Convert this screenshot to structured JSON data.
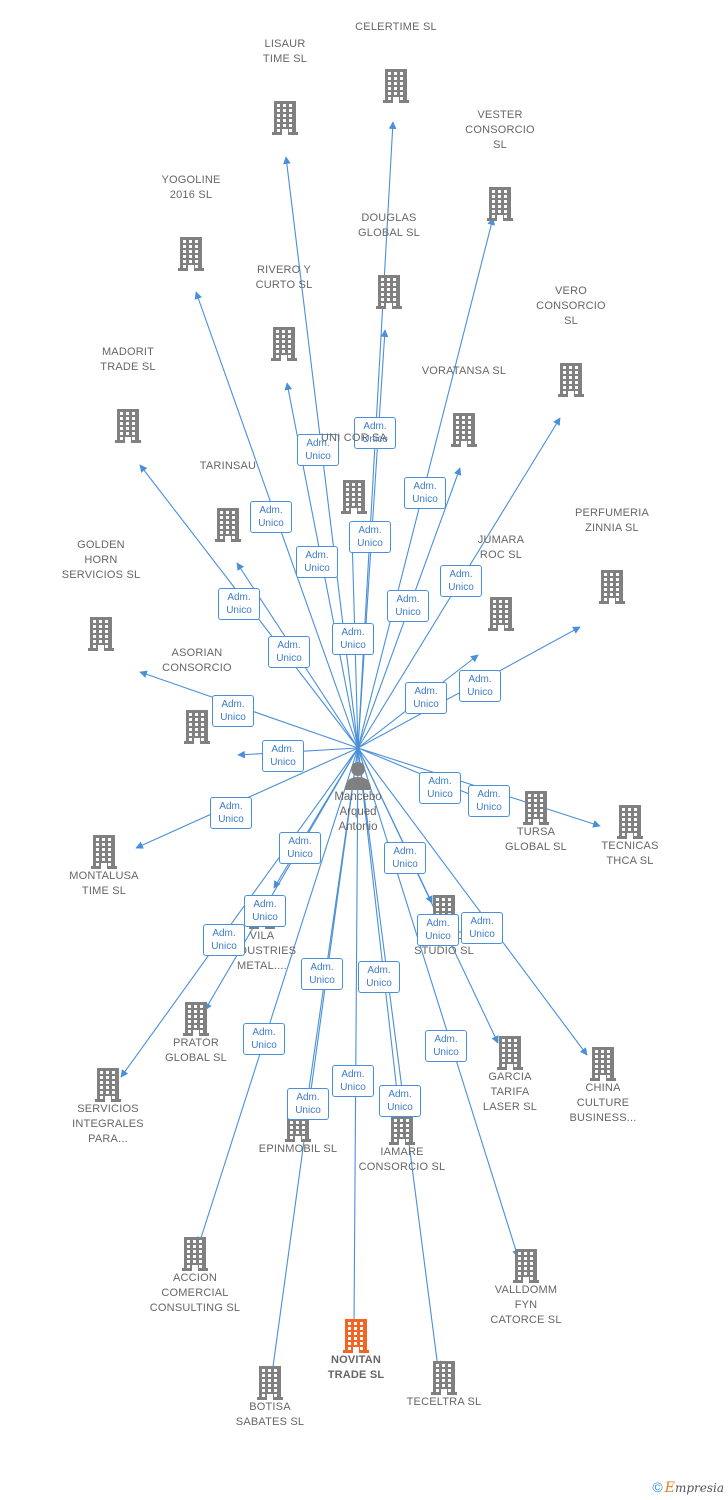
{
  "colors": {
    "edge": "#4a90d9",
    "node": "#808080",
    "highlight": "#f26522",
    "label": "#666666"
  },
  "center": {
    "label": "Mancebo\nArqued\nAntonio",
    "icon": "person-icon"
  },
  "edge_label": "Adm.\nUnico",
  "nodes": [
    {
      "id": "celertime",
      "label": "CELERTIME SL",
      "pos": "above"
    },
    {
      "id": "lisaur",
      "label": "LISAUR\nTIME  SL",
      "pos": "above"
    },
    {
      "id": "vester",
      "label": "VESTER\nCONSORCIO\nSL",
      "pos": "above"
    },
    {
      "id": "yogoline",
      "label": "YOGOLINE\n2016  SL",
      "pos": "above"
    },
    {
      "id": "douglas",
      "label": "DOUGLAS\nGLOBAL  SL",
      "pos": "above"
    },
    {
      "id": "rivero",
      "label": "RIVERO Y\nCURTO  SL",
      "pos": "above"
    },
    {
      "id": "vero",
      "label": "VERO\nCONSORCIO\nSL",
      "pos": "above"
    },
    {
      "id": "madorit",
      "label": "MADORIT\nTRADE  SL",
      "pos": "above"
    },
    {
      "id": "voratansa",
      "label": "VORATANSA SL",
      "pos": "above"
    },
    {
      "id": "unicor",
      "label": "UNI COR SA",
      "pos": "above"
    },
    {
      "id": "tarinsau",
      "label": "TARINSAU",
      "pos": "above"
    },
    {
      "id": "perfumeria",
      "label": "PERFUMERIA\nZINNIA SL",
      "pos": "above"
    },
    {
      "id": "golden",
      "label": "GOLDEN\nHORN\nSERVICIOS  SL",
      "pos": "above"
    },
    {
      "id": "jumara",
      "label": "JUMARA\nROC SL",
      "pos": "above"
    },
    {
      "id": "asorian",
      "label": "ASORIAN\nCONSORCIO",
      "pos": "above"
    },
    {
      "id": "tursa",
      "label": "TURSA\nGLOBAL SL",
      "pos": "below"
    },
    {
      "id": "tecnicas",
      "label": "TECNICAS\nTHCA SL",
      "pos": "below"
    },
    {
      "id": "montalusa",
      "label": "MONTALUSA\nTIME  SL",
      "pos": "below"
    },
    {
      "id": "vila",
      "label": "VILA\nINDUSTRIES\nMETAL....",
      "pos": "below"
    },
    {
      "id": "adhoc",
      "label": "ADHOC\nSTUDIO SL",
      "pos": "below"
    },
    {
      "id": "prator",
      "label": "PRATOR\nGLOBAL SL",
      "pos": "below"
    },
    {
      "id": "garcia",
      "label": "GARCIA\nTARIFA\nLASER  SL",
      "pos": "below"
    },
    {
      "id": "china",
      "label": "CHINA\nCULTURE\nBUSINESS...",
      "pos": "below"
    },
    {
      "id": "servicios",
      "label": "SERVICIOS\nINTEGRALES\nPARA...",
      "pos": "below"
    },
    {
      "id": "epinmobil",
      "label": "EPINMOBIL SL",
      "pos": "below"
    },
    {
      "id": "iamare",
      "label": "IAMARE\nCONSORCIO SL",
      "pos": "below"
    },
    {
      "id": "accion",
      "label": "ACCION\nCOMERCIAL\nCONSULTING SL",
      "pos": "below"
    },
    {
      "id": "valldomm",
      "label": "VALLDOMM\nFYN\nCATORCE  SL",
      "pos": "below"
    },
    {
      "id": "novitan",
      "label": "NOVITAN\nTRADE  SL",
      "pos": "below",
      "highlight": true
    },
    {
      "id": "tecelra",
      "label": "TECELTRA SL",
      "pos": "below"
    },
    {
      "id": "botisa",
      "label": "BOTISA\nSABATES SL",
      "pos": "below"
    }
  ],
  "footer": {
    "copyright": "©",
    "brand_first": "E",
    "brand_rest": "mpresia"
  }
}
